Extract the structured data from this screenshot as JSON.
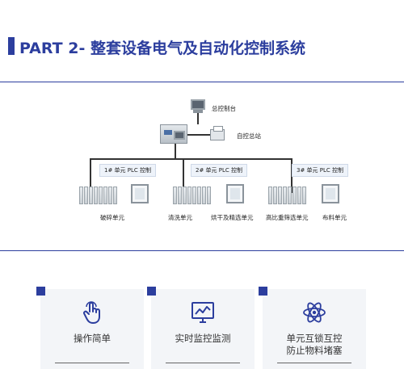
{
  "header": {
    "title": "PART 2- 整套设备电气及自动化控制系统"
  },
  "diagram": {
    "top_labels": {
      "console": "总控制台",
      "station": "自控总站"
    },
    "units": [
      {
        "plc_label": "1# 单元 PLC 控制",
        "sub_left": "破碎单元",
        "sub_right": ""
      },
      {
        "plc_label": "2# 单元 PLC 控制",
        "sub_left": "清洗单元",
        "sub_right": "烘干及精选单元"
      },
      {
        "plc_label": "3# 单元 PLC 控制",
        "sub_left": "高比重筛选单元",
        "sub_right": "布料单元"
      }
    ]
  },
  "cards": [
    {
      "icon": "touch-hand-icon",
      "text": "操作简单"
    },
    {
      "icon": "monitor-chart-icon",
      "text": "实时监控监测"
    },
    {
      "icon": "atom-icon",
      "text_line1": "单元互锁互控",
      "text_line2": "防止物料堵塞"
    }
  ],
  "colors": {
    "accent": "#2c3e9e",
    "card_bg": "#f3f5f8"
  }
}
